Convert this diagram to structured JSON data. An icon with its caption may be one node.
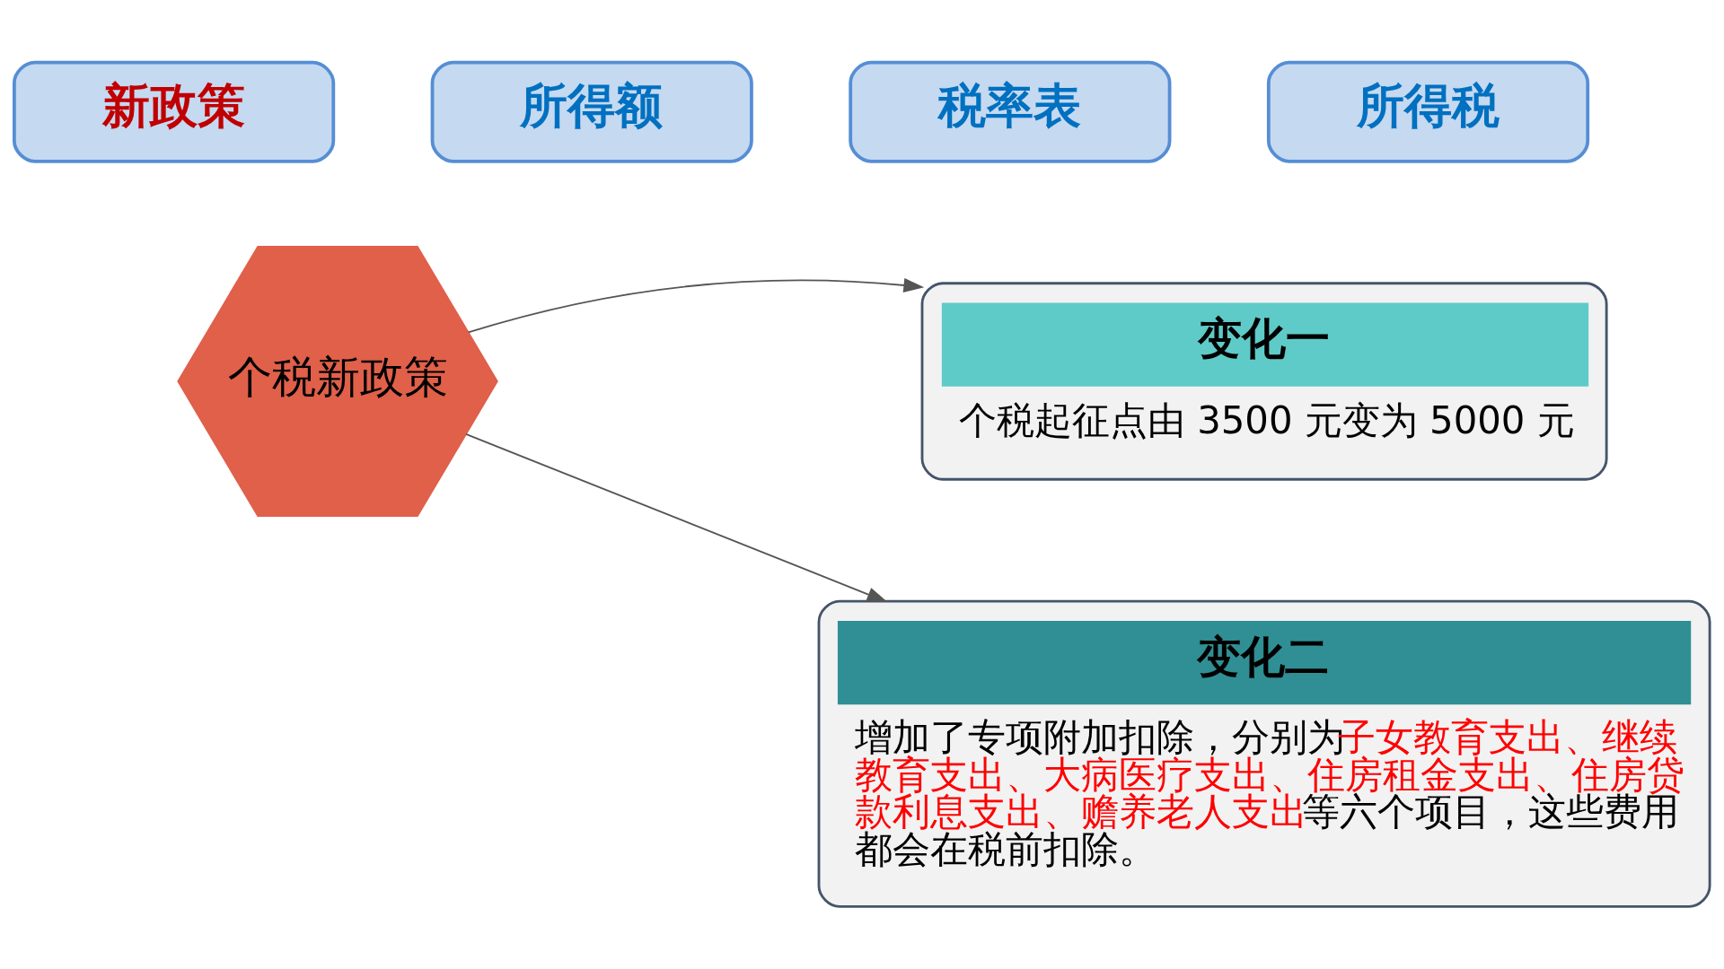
{
  "diagram": {
    "nodes": [
      {
        "text": [
          "新政策"
        ]
      },
      {
        "text": [
          "所得额"
        ]
      },
      {
        "text": [
          "税率表"
        ]
      },
      {
        "text": [
          "所得税"
        ]
      },
      {
        "text": [
          "个税新政策"
        ]
      },
      {
        "text": [
          "变化一",
          "个税起征点由 3500 元变为 5000 元"
        ]
      },
      {
        "text": [
          "变化二",
          "增加了专项附加扣除，分别为",
          "子女教育支出、继续教育支出、大病医疗支出、住房租金支出、住房贷款利息支出、赡养老人支出",
          "等六个项目，这些费用都会在税前扣除。"
        ]
      }
    ],
    "edges": [
      {
        "from": 4,
        "to": 5,
        "arrow": "to"
      },
      {
        "from": 4,
        "to": 6,
        "arrow": "to"
      }
    ]
  }
}
